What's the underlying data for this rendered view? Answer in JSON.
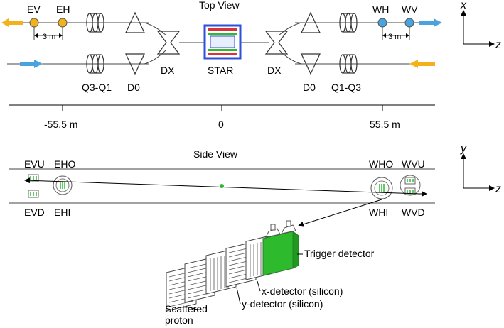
{
  "top_view": {
    "title": "Top View",
    "labels": {
      "ev": "EV",
      "eh": "EH",
      "wh": "WH",
      "wv": "WV",
      "dist_left": "3 m",
      "dist_right": "3 m",
      "q_left": "Q3-Q1",
      "d0_left": "D0",
      "dx_left": "DX",
      "star": "STAR",
      "dx_right": "DX",
      "d0_right": "D0",
      "q_right": "Q1-Q3"
    },
    "scale": {
      "left": "-55.5 m",
      "center": "0",
      "right": "55.5 m"
    },
    "axes": {
      "vertical": "x",
      "horizontal": "z"
    }
  },
  "side_view": {
    "title": "Side View",
    "labels": {
      "evu": "EVU",
      "evd": "EVD",
      "eho": "EHO",
      "ehi": "EHI",
      "who": "WHO",
      "whi": "WHI",
      "wvu": "WVU",
      "wvd": "WVD"
    },
    "axes": {
      "vertical": "y",
      "horizontal": "z"
    }
  },
  "detector": {
    "trigger": "Trigger detector",
    "x_det": "x-detector (silicon)",
    "y_det": "y-detector (silicon)",
    "proton_line1": "Scattered",
    "proton_line2": "proton"
  },
  "colors": {
    "yellow": "#f2b21c",
    "blue": "#4aa3df",
    "green": "#2dbb2d",
    "star_blue": "#2f4fd8",
    "star_red": "#d8333a"
  }
}
